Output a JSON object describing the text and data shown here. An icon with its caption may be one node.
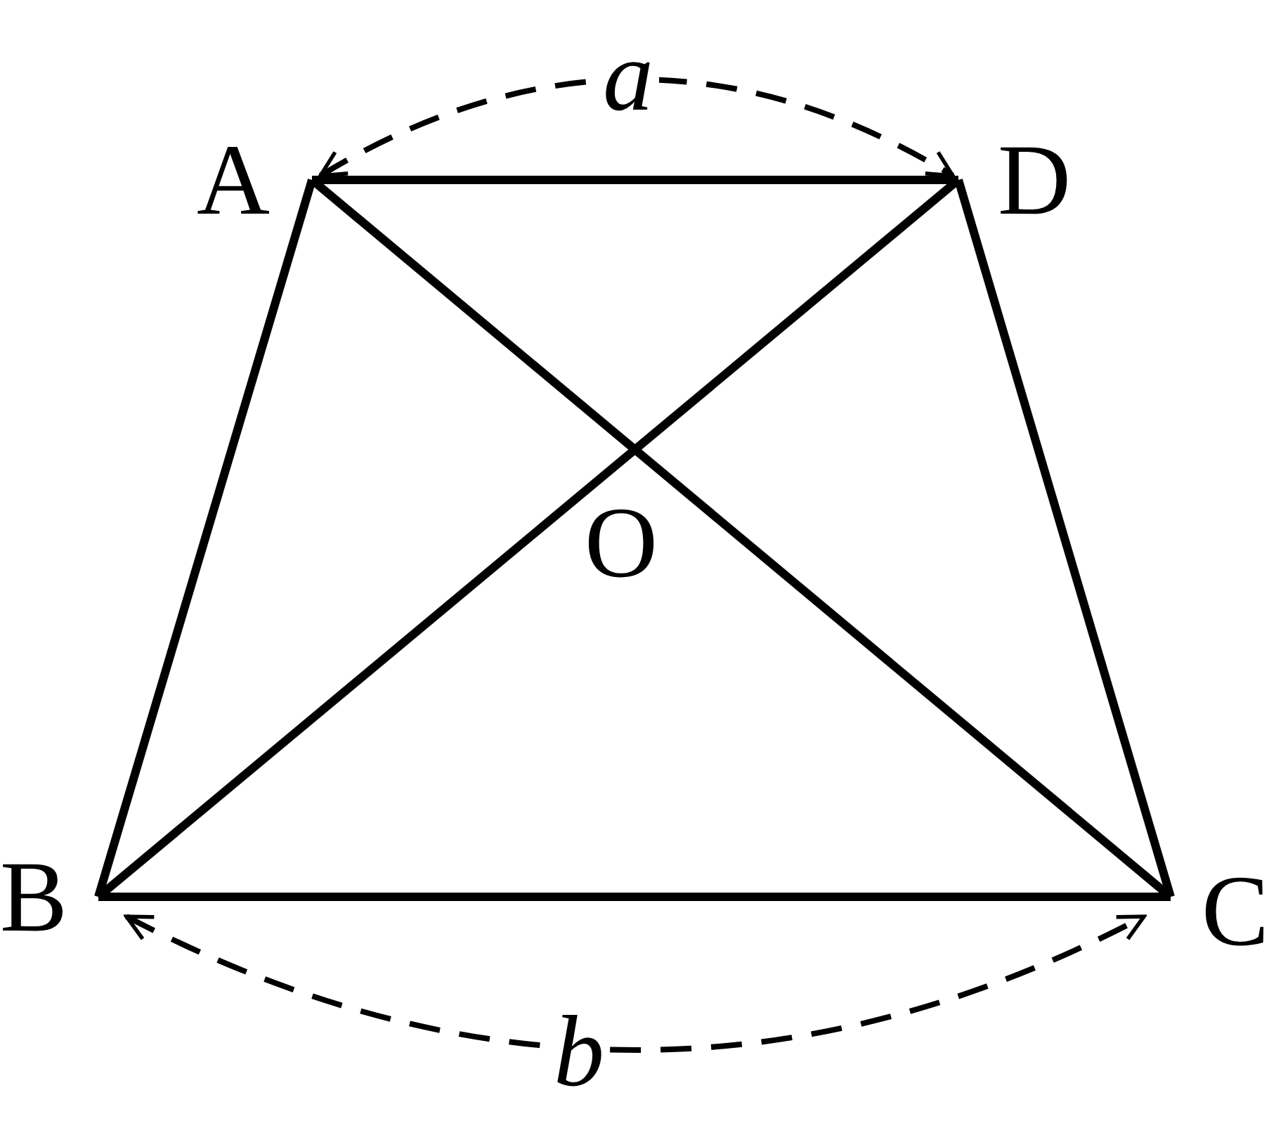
{
  "diagram": {
    "nodes": [
      {
        "text": [
          "A"
        ]
      },
      {
        "text": [
          "D"
        ]
      },
      {
        "text": [
          "B"
        ]
      },
      {
        "text": [
          "C"
        ]
      }
    ],
    "edges": [
      {
        "from": 0,
        "to": 1,
        "arrow": "none"
      },
      {
        "from": 0,
        "to": 2,
        "arrow": "none"
      },
      {
        "from": 1,
        "to": 3,
        "arrow": "none"
      },
      {
        "from": 2,
        "to": 3,
        "arrow": "none"
      },
      {
        "from": 0,
        "to": 3,
        "arrow": "none"
      },
      {
        "from": 2,
        "to": 1,
        "arrow": "none"
      }
    ],
    "labels": [
      "a",
      "O",
      "b"
    ]
  }
}
